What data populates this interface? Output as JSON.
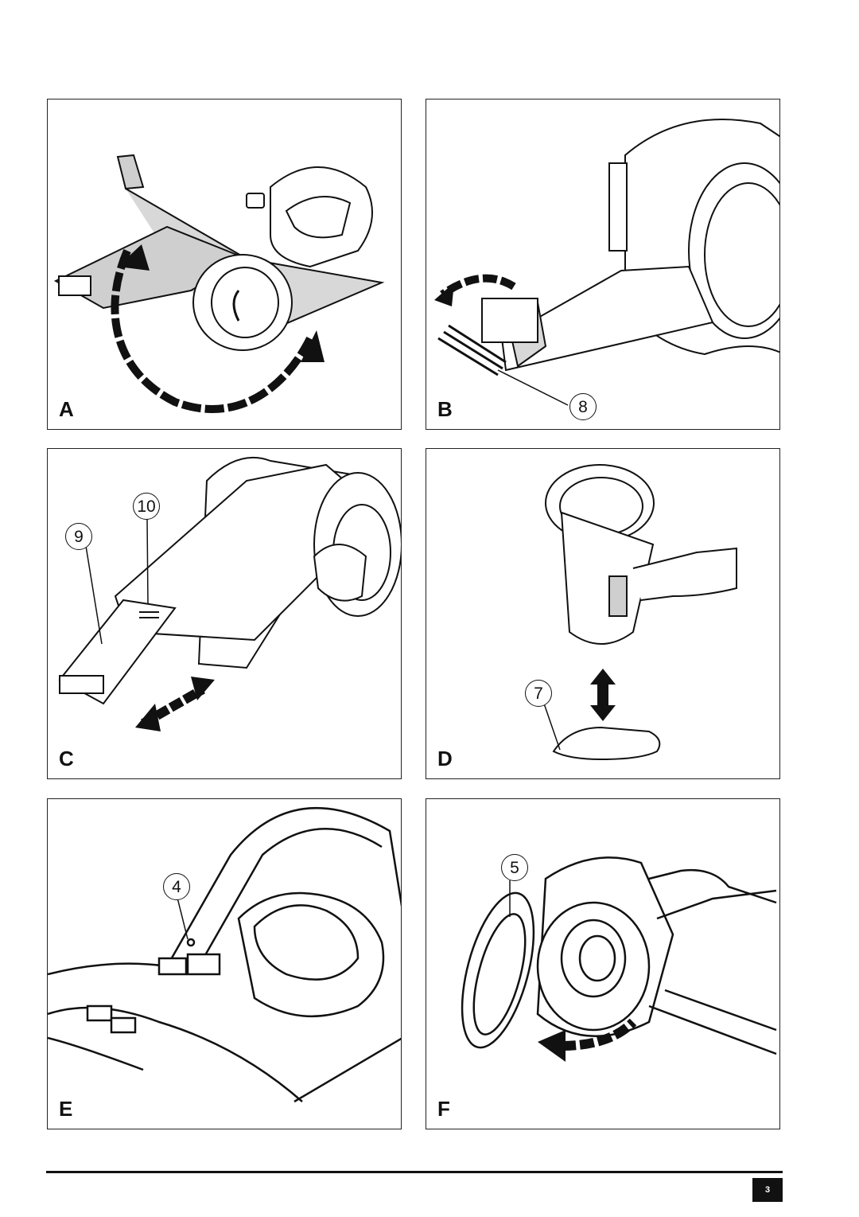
{
  "panels": [
    {
      "label": "A",
      "callouts": []
    },
    {
      "label": "B",
      "callouts": [
        "8"
      ]
    },
    {
      "label": "C",
      "callouts": [
        "10",
        "9"
      ]
    },
    {
      "label": "D",
      "callouts": [
        "7"
      ]
    },
    {
      "label": "E",
      "callouts": [
        "4"
      ]
    },
    {
      "label": "F",
      "callouts": [
        "5"
      ]
    }
  ],
  "footer": {
    "page_number": "3"
  },
  "colors": {
    "ink": "#111111",
    "fill_grey": "#cfcfcf",
    "paper": "#ffffff"
  }
}
